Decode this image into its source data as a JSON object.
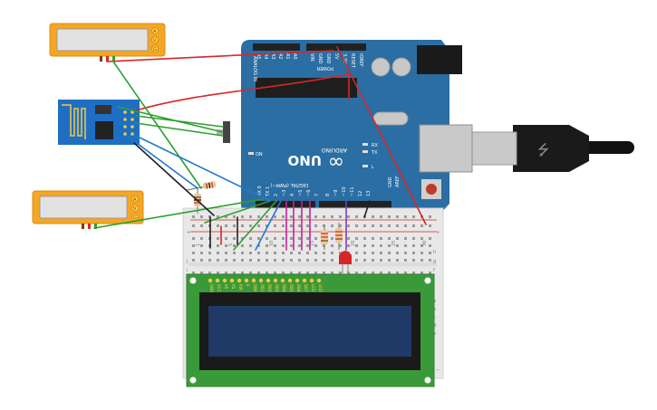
{
  "arduino": {
    "board_name": "UNO",
    "brand": "ARDUINO",
    "power_label": "POWER",
    "analog_label": "ANALOG IN",
    "digital_label": "DIGITAL (PWM~)",
    "on_label": "ON",
    "tx_label": "TX",
    "rx_label": "RX",
    "l_label": "L",
    "aref_label": "AREF",
    "gnd_label": "GND",
    "analog_pins": [
      "A5",
      "A4",
      "A3",
      "A2",
      "A1",
      "A0"
    ],
    "power_pins": [
      "VIN",
      "GND",
      "GND",
      "5V",
      "3.3V",
      "RESET",
      "IOREF"
    ],
    "digital_pins": [
      "RX 0",
      "TX 1",
      "2",
      "~3",
      "4",
      "~5",
      "~6",
      "7",
      "8",
      "~9",
      "~10",
      "~11",
      "12",
      "13"
    ]
  },
  "breadboard": {
    "column_numbers": [
      "1",
      "5",
      "10",
      "15",
      "20",
      "25",
      "30"
    ],
    "row_letters": [
      "a",
      "b",
      "c",
      "d",
      "e",
      "f",
      "g",
      "h",
      "i",
      "j"
    ],
    "plus": "+",
    "minus": "−"
  },
  "lcd": {
    "pin_labels": [
      "GND",
      "VCC",
      "V0",
      "RS",
      "RW",
      "E",
      "DB0",
      "DB1",
      "DB2",
      "DB3",
      "DB4",
      "DB5",
      "DB6",
      "DB7",
      "LED",
      "LED"
    ],
    "screen_color": "#1f3a66"
  },
  "sensors": {
    "terminal_labels": [
      "A",
      "V",
      "G"
    ]
  },
  "colors": {
    "board": "#2a6ea3",
    "breadboard": "#e8e8e8",
    "lcd_pcb": "#3a9a3a",
    "sensor_case": "#f5a623",
    "wire_red": "#d62728",
    "wire_green": "#2ca02c",
    "wire_blue": "#1f77d4",
    "wire_magenta": "#c0259b",
    "wire_black": "#222222",
    "led_red": "#d62728"
  }
}
